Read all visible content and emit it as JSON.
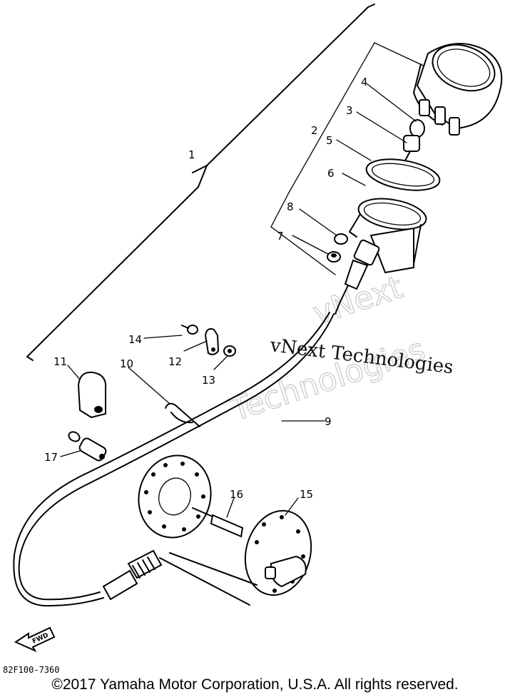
{
  "diagram": {
    "callouts": [
      "1",
      "2",
      "3",
      "4",
      "5",
      "6",
      "7",
      "8",
      "9",
      "10",
      "11",
      "12",
      "13",
      "14",
      "15",
      "16",
      "17"
    ],
    "watermark_outline": [
      "vNext",
      "Technologies"
    ],
    "watermark_text": "vNext Technologies",
    "fwd_label": "FWD",
    "diagram_code": "82F100-7360"
  },
  "footer": {
    "copyright": "©2017 Yamaha Motor Corporation, U.S.A. All rights reserved."
  }
}
